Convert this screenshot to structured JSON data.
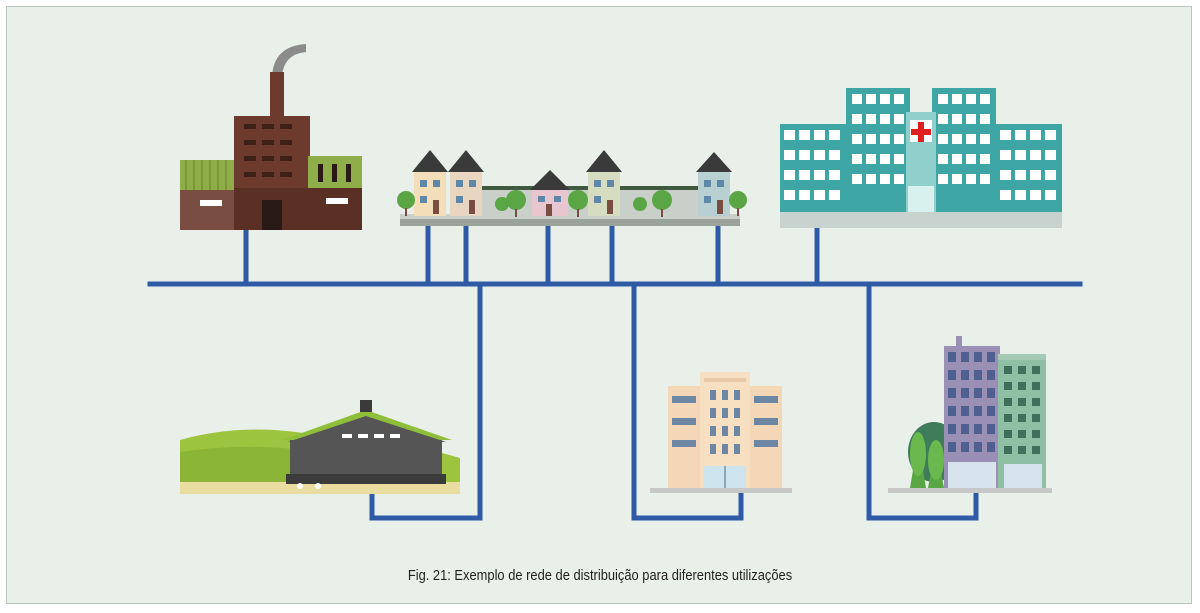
{
  "figure": {
    "caption": "Fig. 21: Exemplo de rede de distribuição para diferentes utilizações"
  },
  "colors": {
    "background": "#e9f0e9",
    "pipe": "#2f5aa6",
    "hospital": "#3ea7a6",
    "factory": "#6d3b2d",
    "barn_roof": "#8fbf3a"
  },
  "network": {
    "main_line": "distribution main",
    "connected_buildings": [
      "factory",
      "row-houses",
      "hospital",
      "farm-barn",
      "apartment-building",
      "city-buildings"
    ]
  }
}
